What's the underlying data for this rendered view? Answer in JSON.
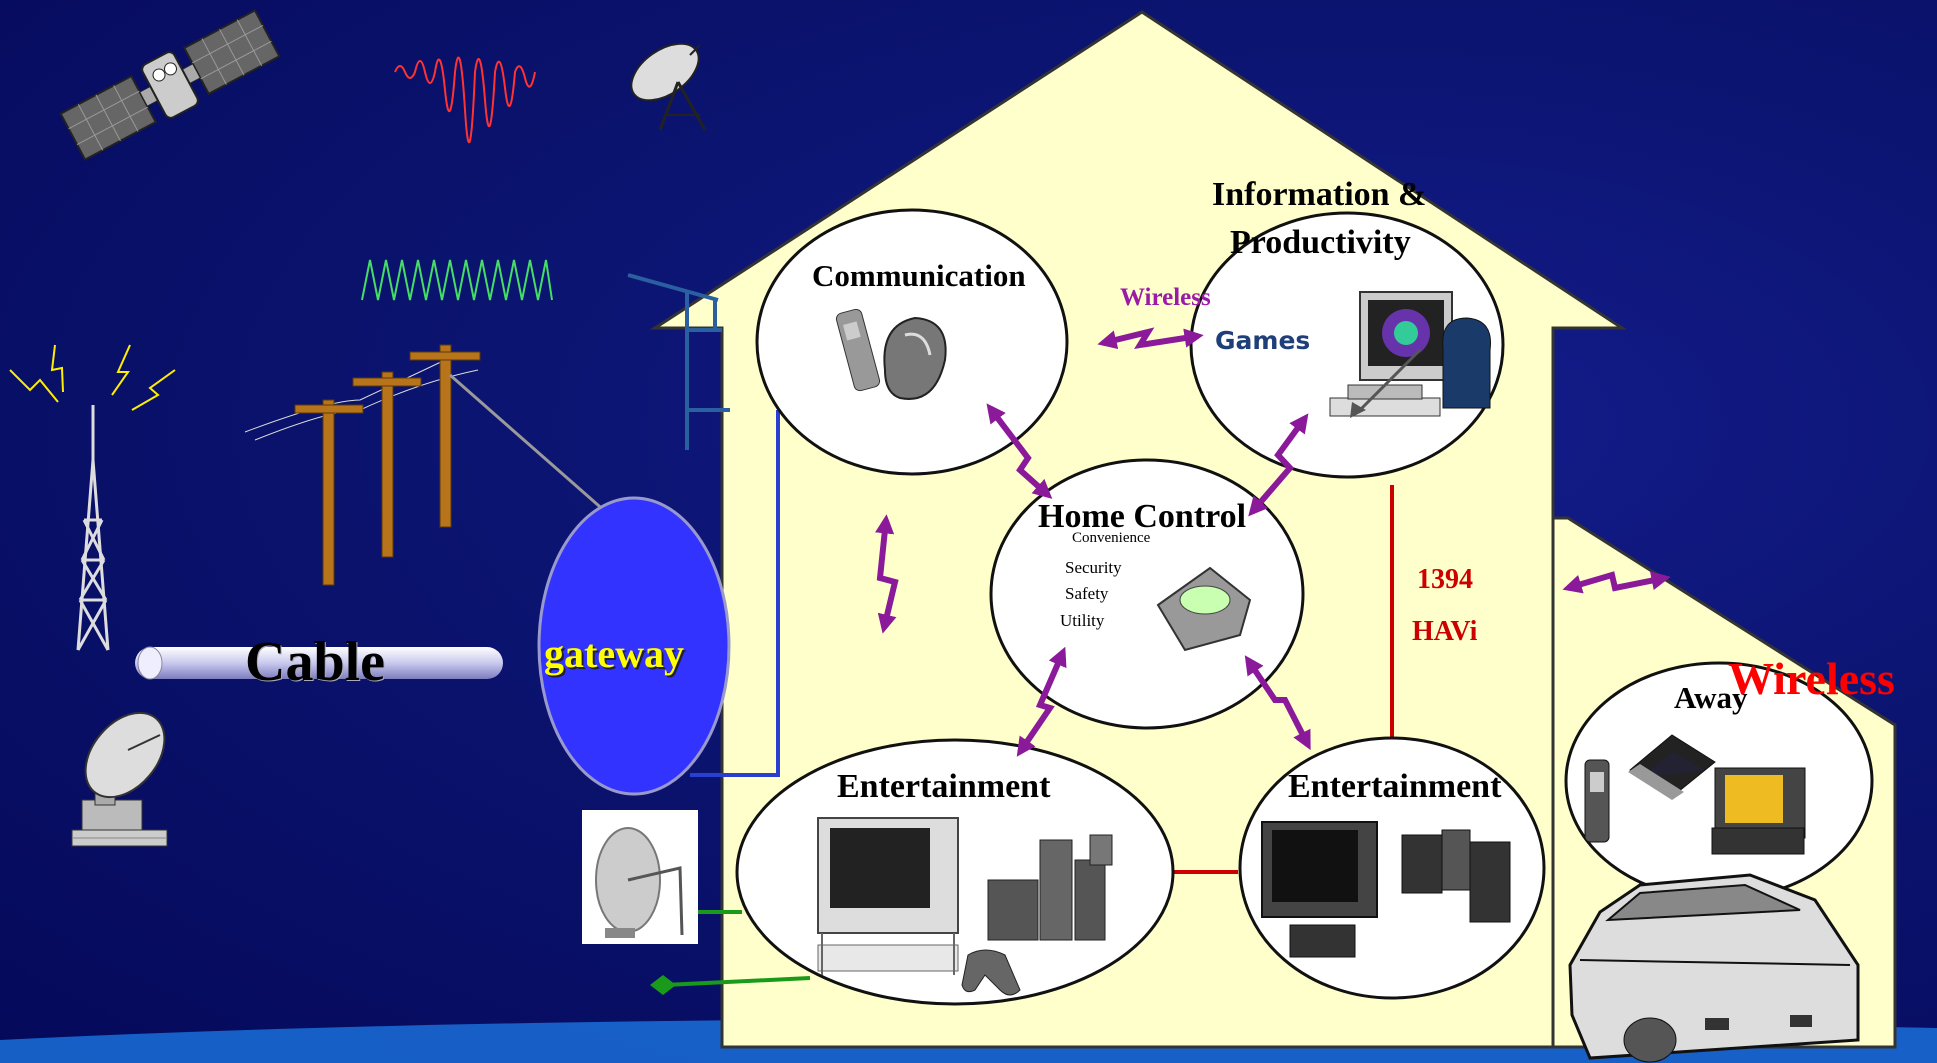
{
  "labels": {
    "communication": "Communication",
    "info_line1": "Information &",
    "info_line2": "Productivity",
    "home_control": "Home Control",
    "entertainment_left": "Entertainment",
    "entertainment_right": "Entertainment",
    "away": "Away",
    "wireless_purple": "Wireless",
    "games": "Games",
    "bus_1394": "1394",
    "havi": "HAVi",
    "wireless_red": "Wireless",
    "cable": "Cable",
    "gateway": "gateway"
  },
  "home_control_items": [
    "Convenience",
    "Security",
    "Safety",
    "Utility"
  ],
  "colors": {
    "background": "#0b1470",
    "house_fill": "#ffffcc",
    "arrow": "#8b1a9a",
    "bus_line": "#cc0000",
    "gateway_fill": "#3333ff",
    "gateway_text": "#ffff00",
    "wireless_red": "#ff0000",
    "wireless_purple": "#9b1aa8",
    "games": "#1f3f7a"
  },
  "icons": [
    "satellite-icon",
    "radio-wave-icon",
    "satellite-dish-icon",
    "signal-wave-icon",
    "broadcast-tower-icon",
    "utility-poles-icon",
    "cable-icon",
    "ground-station-dish-icon",
    "rooftop-antenna-icon",
    "home-dish-icon",
    "phone-icon",
    "computer-icon",
    "home-control-device-icon",
    "tv-icon",
    "stereo-icon",
    "game-console-icon",
    "mobile-devices-icon",
    "car-icon"
  ]
}
